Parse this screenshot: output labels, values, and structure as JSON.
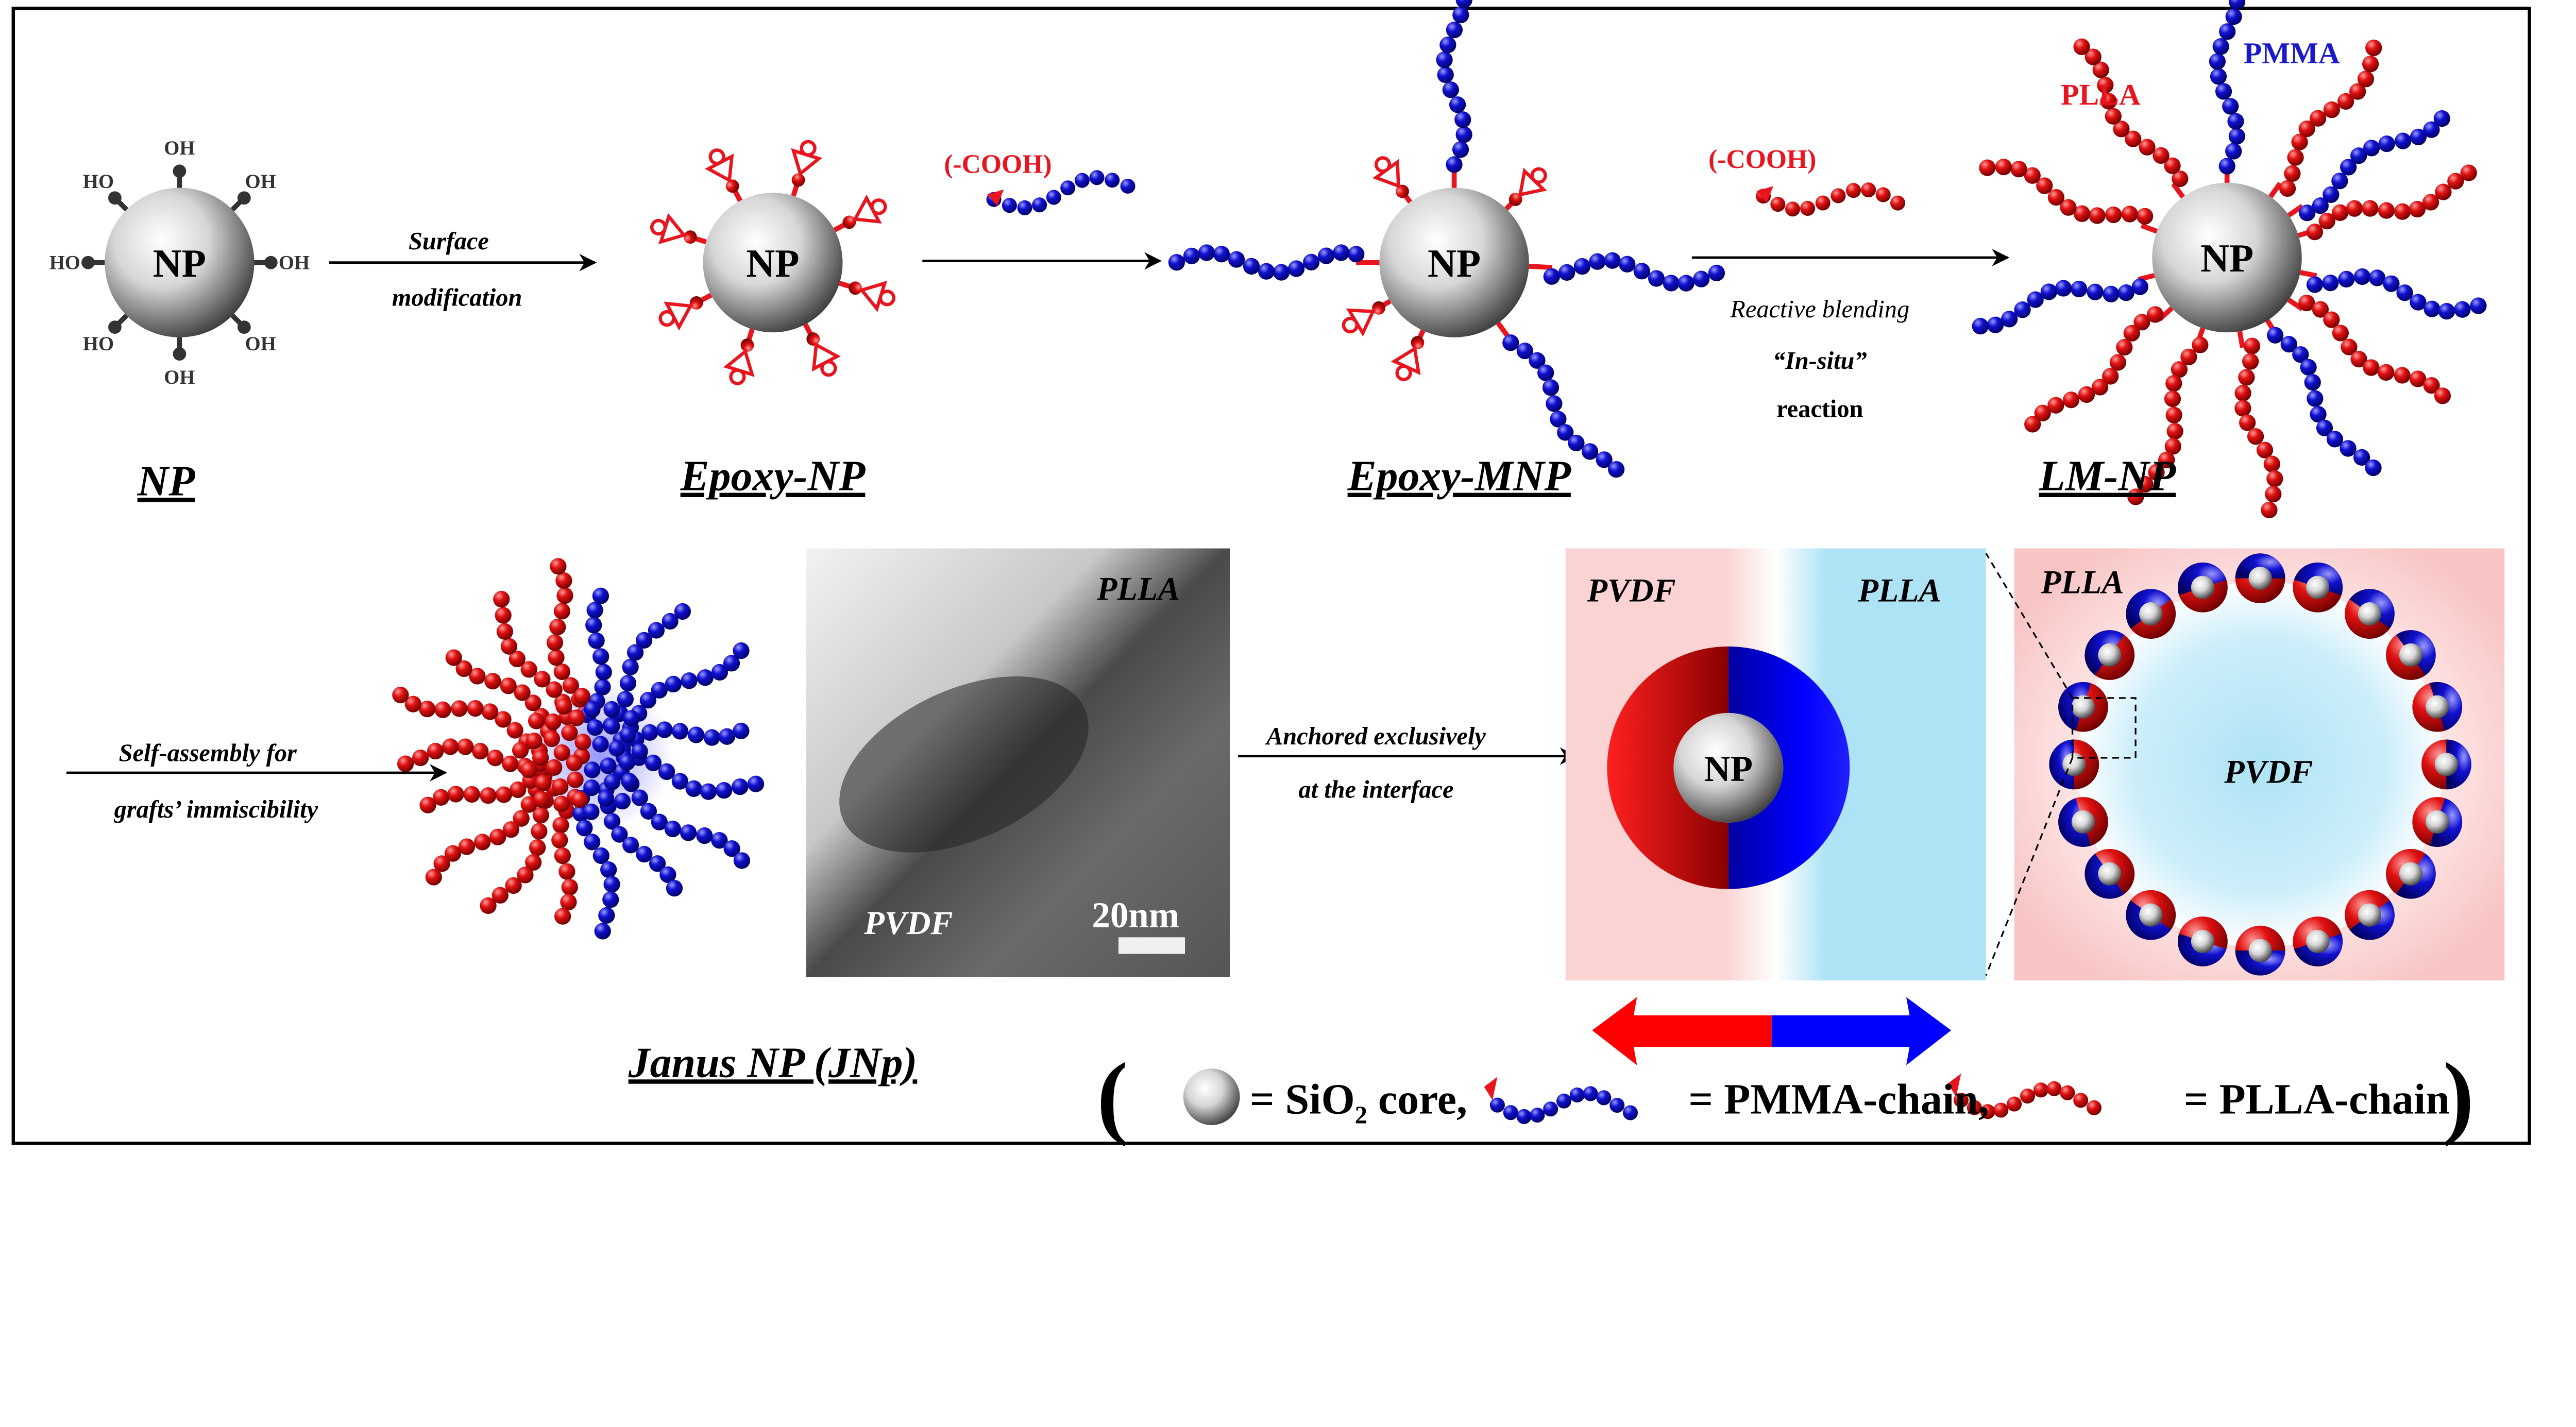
{
  "top_row": {
    "np_core_label": "NP",
    "hydroxyl_label": "OH",
    "hydroxyl_label_left": "HO",
    "stage_labels": [
      "NP",
      "Epoxy-NP",
      "Epoxy-MNP",
      "LM-NP"
    ],
    "step1": {
      "line1": "Surface",
      "line2": "modification"
    },
    "step2": {
      "reagent": "(-COOH)"
    },
    "step3": {
      "reagent": "(-COOH)",
      "line1": "Reactive blending",
      "line2": "“In-situ”",
      "line3": "reaction"
    },
    "chain_labels": {
      "plla": "PLLA",
      "pmma": "PMMA"
    }
  },
  "bottom_row": {
    "step4": {
      "line1": "Self-assembly for",
      "line2": "grafts’ immiscibility"
    },
    "janus_label": "Janus NP (JNp)",
    "tem": {
      "top_label": "PLLA",
      "bottom_label": "PVDF",
      "scale_bar": "20nm"
    },
    "step5": {
      "line1": "Anchored exclusively",
      "line2": "at the interface"
    },
    "interface_panel": {
      "left": "PVDF",
      "right": "PLLA",
      "core": "NP"
    },
    "droplet_panel": {
      "outer": "PLLA",
      "inner": "PVDF"
    }
  },
  "legend": {
    "core": "= SiO",
    "core_sub": "2",
    "core_tail": " core,",
    "pmma": "= PMMA-chain,",
    "plla": "= PLLA-chain"
  },
  "colors": {
    "red": "#e8141e",
    "blue": "#1a1acc",
    "pink": "#fbd3d3",
    "lightblue": "#aee3f5"
  }
}
